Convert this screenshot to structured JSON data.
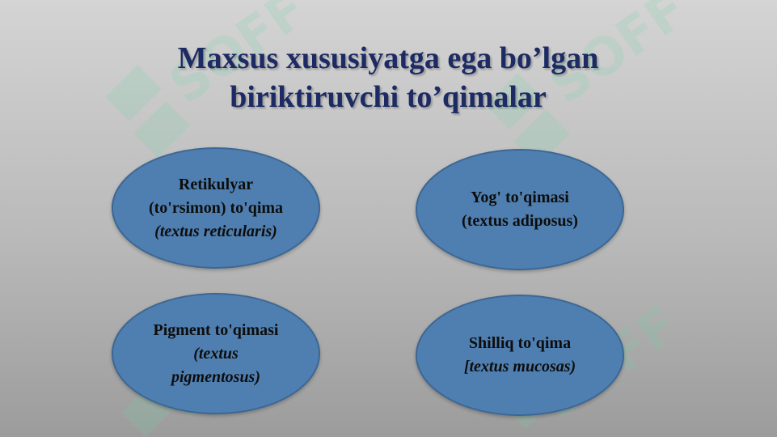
{
  "title": {
    "line1": "Maxsus xususiyatga ega bo’lgan",
    "line2": "biriktiruvchi to’qimalar"
  },
  "ovals": [
    {
      "plain": "Retikulyar (to'rsimon) to'qima ",
      "italic": "(textus reticularis)"
    },
    {
      "plain": "Yog' to'qimasi (textus adiposus)",
      "italic": ""
    },
    {
      "plain": "Pigment to'qimasi ",
      "italic": "(textus pigmentosus)"
    },
    {
      "plain": "Shilliq to'qima ",
      "italic": "[textus mucosas)"
    }
  ],
  "watermark": {
    "text": "SOFF",
    "color": "#6fd6a8"
  },
  "colors": {
    "title": "#1c2b63",
    "oval_fill": "#4f7fb0",
    "oval_border": "#3c6794"
  }
}
